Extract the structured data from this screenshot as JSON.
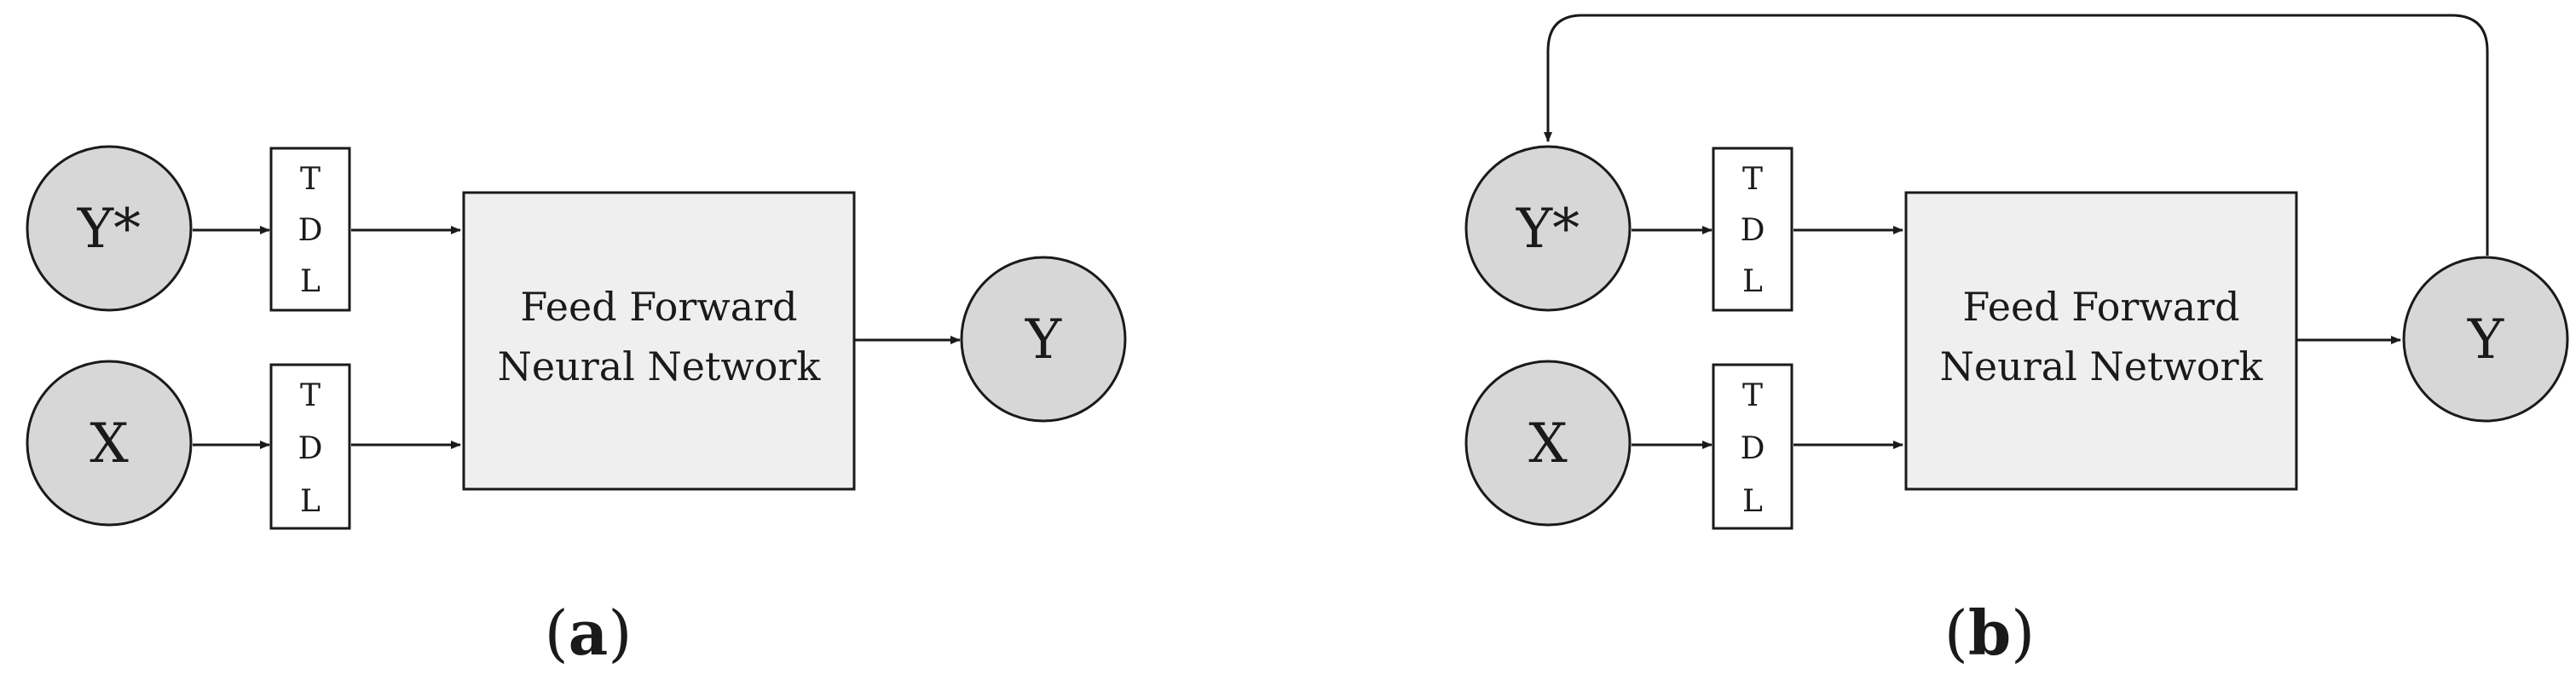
{
  "colors": {
    "node_fill": "#d7d7d7",
    "box_fill": "#efefef",
    "stroke": "#1a1a1a",
    "background": "#ffffff"
  },
  "panel_a": {
    "caption_open": "(",
    "caption_letter": "a",
    "caption_close": ")",
    "node_ystar": "Y*",
    "node_x": "X",
    "node_y": "Y",
    "tdl_top": [
      "T",
      "D",
      "L"
    ],
    "tdl_bottom": [
      "T",
      "D",
      "L"
    ],
    "box_line1": "Feed Forward",
    "box_line2": "Neural Network"
  },
  "panel_b": {
    "caption_open": "(",
    "caption_letter": "b",
    "caption_close": ")",
    "node_ystar": "Y*",
    "node_x": "X",
    "node_y": "Y",
    "tdl_top": [
      "T",
      "D",
      "L"
    ],
    "tdl_bottom": [
      "T",
      "D",
      "L"
    ],
    "box_line1": "Feed Forward",
    "box_line2": "Neural Network"
  }
}
